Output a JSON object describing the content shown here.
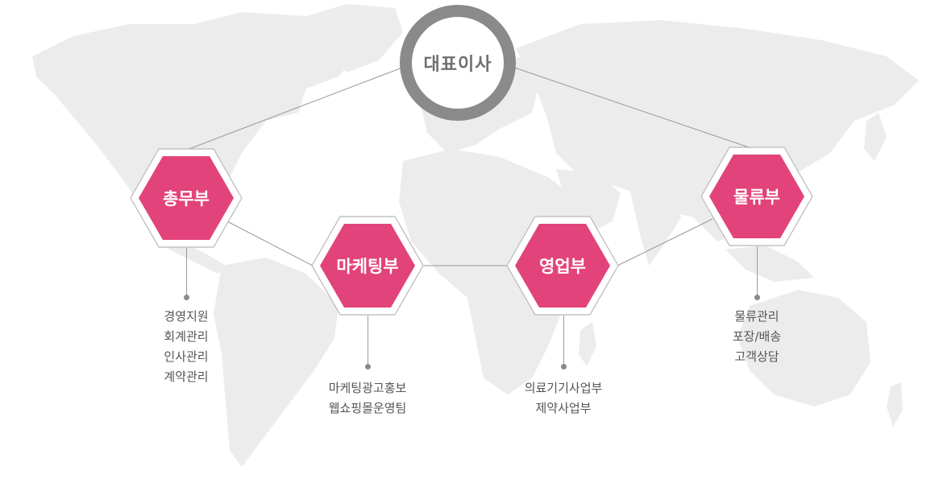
{
  "org": {
    "ceo": {
      "label": "대표이사"
    },
    "departments": [
      {
        "key": "general",
        "label": "총무부",
        "tasks": [
          "경영지원",
          "회계관리",
          "인사관리",
          "계약관리"
        ]
      },
      {
        "key": "marketing",
        "label": "마케팅부",
        "tasks": [
          "마케팅광고홍보",
          "웹쇼핑몰운영팀"
        ]
      },
      {
        "key": "sales",
        "label": "영업부",
        "tasks": [
          "의료기기사업부",
          "제약사업부"
        ]
      },
      {
        "key": "logistics",
        "label": "물류부",
        "tasks": [
          "물류관리",
          "포장/배송",
          "고객상담"
        ]
      }
    ]
  },
  "colors": {
    "accent": "#e2437a",
    "ceo_ring": "#8a8a8a",
    "map": "#ececec",
    "line": "#9a9a9a",
    "task_text": "#555555"
  },
  "icons": {
    "background": "world-map-icon"
  }
}
